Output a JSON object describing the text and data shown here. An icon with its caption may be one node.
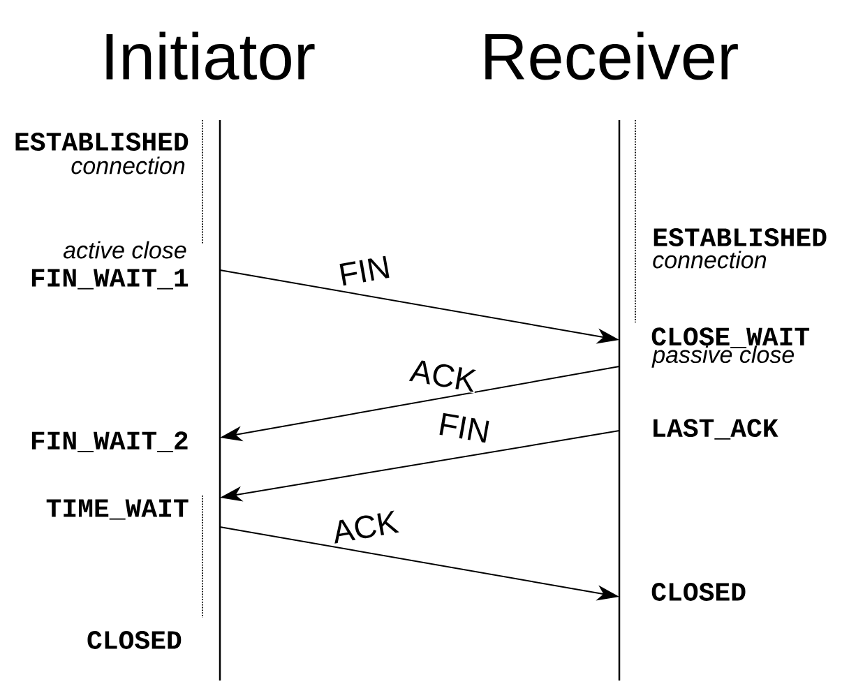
{
  "diagram": {
    "nodes": [
      {
        "text": [
          "Initiator"
        ]
      },
      {
        "text": [
          "Receiver"
        ]
      },
      {
        "text": [
          "FIN_WAIT_1"
        ],
        "beside": [
          "active close"
        ]
      },
      {
        "text": [
          "CLOSE_WAIT"
        ],
        "beside": [
          "passive close"
        ]
      },
      {
        "text": [
          "FIN_WAIT_2"
        ]
      },
      {
        "text": [
          "LAST_ACK"
        ]
      },
      {
        "text": [
          "TIME_WAIT"
        ]
      },
      {
        "text": [
          "CLOSED"
        ]
      }
    ],
    "edges": [
      {
        "from": 2,
        "to": 3,
        "arrow": "to",
        "label": "FIN"
      },
      {
        "from": 3,
        "to": 4,
        "arrow": "to",
        "label": "ACK"
      },
      {
        "from": 5,
        "to": 6,
        "arrow": "to",
        "label": "FIN"
      },
      {
        "from": 6,
        "to": 7,
        "arrow": "to",
        "label": "ACK"
      }
    ],
    "labels": [
      "ESTABLISHED",
      "connection",
      "ESTABLISHED",
      "connection",
      "CLOSED"
    ]
  }
}
